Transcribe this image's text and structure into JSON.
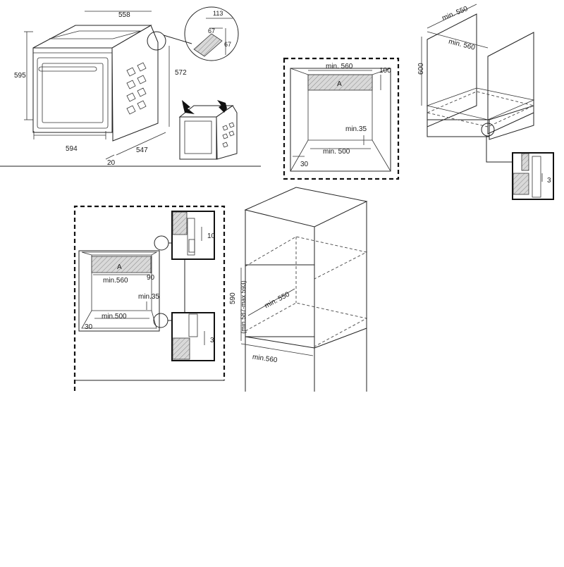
{
  "oven_overview": {
    "dims": {
      "height": "595",
      "top_width": "558",
      "depth_right": "572",
      "front_width": "594",
      "bottom_depth": "547",
      "door_offset": "20"
    },
    "detail": {
      "a": "113",
      "b": "67",
      "c": "67"
    }
  },
  "undercounter_niche": {
    "labels": {
      "width": "min. 560",
      "vent_height": "100",
      "vent_area": "A",
      "gap": "min.35",
      "bottom_opening": "min. 500",
      "side": "30"
    }
  },
  "cabinet_undercounter": {
    "labels": {
      "depth": "min. 550",
      "width": "min. 560",
      "height": "600",
      "detail_gap": "3"
    }
  },
  "column_niche": {
    "labels": {
      "vent_area": "A",
      "vent_height": "90",
      "width": "min.560",
      "gap": "min.35",
      "bottom_opening": "min.500",
      "side": "30",
      "detail_top_gap": "10",
      "detail_bottom_gap": "3"
    }
  },
  "column_cabinet": {
    "labels": {
      "height": "590",
      "height_range": "(min.587-max 593)",
      "depth": "min. 550",
      "width": "min.560"
    }
  }
}
